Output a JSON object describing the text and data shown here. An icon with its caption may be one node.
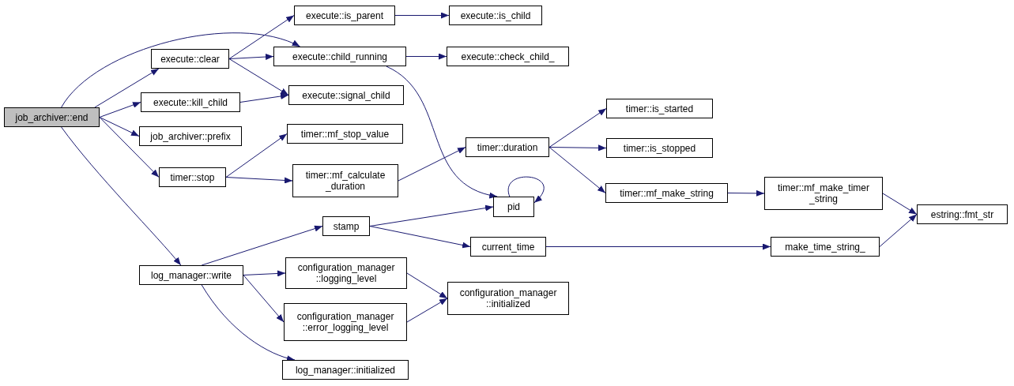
{
  "diagram": {
    "nodes": [
      {
        "text": [
          "job_archiver::end"
        ]
      },
      {
        "text": [
          "execute::clear"
        ]
      },
      {
        "text": [
          "execute::kill_child"
        ]
      },
      {
        "text": [
          "job_archiver::prefix"
        ]
      },
      {
        "text": [
          "timer::stop"
        ]
      },
      {
        "text": [
          "log_manager::write"
        ]
      },
      {
        "text": [
          "execute::is_parent"
        ]
      },
      {
        "text": [
          "execute::child_running"
        ]
      },
      {
        "text": [
          "execute::signal_child"
        ]
      },
      {
        "text": [
          "timer::mf_stop_value"
        ]
      },
      {
        "text": [
          "timer::mf_calculate _duration"
        ]
      },
      {
        "text": [
          "stamp"
        ]
      },
      {
        "text": [
          "configuration_manager ::logging_level"
        ]
      },
      {
        "text": [
          "configuration_manager ::error_logging_level"
        ]
      },
      {
        "text": [
          "log_manager::initialized"
        ]
      },
      {
        "text": [
          "execute::is_child"
        ]
      },
      {
        "text": [
          "execute::check_child_"
        ]
      },
      {
        "text": [
          "timer::duration"
        ]
      },
      {
        "text": [
          "pid"
        ]
      },
      {
        "text": [
          "current_time"
        ]
      },
      {
        "text": [
          "configuration_manager ::initialized"
        ]
      },
      {
        "text": [
          "timer::is_started"
        ]
      },
      {
        "text": [
          "timer::is_stopped"
        ]
      },
      {
        "text": [
          "timer::mf_make_string"
        ]
      },
      {
        "text": [
          "timer::mf_make_timer _string"
        ]
      },
      {
        "text": [
          "make_time_string_"
        ]
      },
      {
        "text": [
          "estring::fmt_str"
        ]
      }
    ],
    "edges": [
      {
        "from": 0,
        "to": 1,
        "arrow": "to"
      },
      {
        "from": 0,
        "to": 7,
        "arrow": "to"
      },
      {
        "from": 0,
        "to": 2,
        "arrow": "to"
      },
      {
        "from": 0,
        "to": 3,
        "arrow": "to"
      },
      {
        "from": 0,
        "to": 4,
        "arrow": "to"
      },
      {
        "from": 0,
        "to": 5,
        "arrow": "to"
      },
      {
        "from": 1,
        "to": 6,
        "arrow": "to"
      },
      {
        "from": 1,
        "to": 7,
        "arrow": "to"
      },
      {
        "from": 1,
        "to": 8,
        "arrow": "to"
      },
      {
        "from": 2,
        "to": 8,
        "arrow": "to"
      },
      {
        "from": 4,
        "to": 9,
        "arrow": "to"
      },
      {
        "from": 4,
        "to": 10,
        "arrow": "to"
      },
      {
        "from": 5,
        "to": 11,
        "arrow": "to"
      },
      {
        "from": 5,
        "to": 12,
        "arrow": "to"
      },
      {
        "from": 5,
        "to": 13,
        "arrow": "to"
      },
      {
        "from": 5,
        "to": 14,
        "arrow": "to"
      },
      {
        "from": 6,
        "to": 15,
        "arrow": "to"
      },
      {
        "from": 7,
        "to": 16,
        "arrow": "to"
      },
      {
        "from": 7,
        "to": 18,
        "arrow": "to"
      },
      {
        "from": 10,
        "to": 17,
        "arrow": "to"
      },
      {
        "from": 17,
        "to": 21,
        "arrow": "to"
      },
      {
        "from": 17,
        "to": 22,
        "arrow": "to"
      },
      {
        "from": 17,
        "to": 23,
        "arrow": "to"
      },
      {
        "from": 18,
        "to": 18,
        "arrow": "to"
      },
      {
        "from": 11,
        "to": 18,
        "arrow": "to"
      },
      {
        "from": 11,
        "to": 19,
        "arrow": "to"
      },
      {
        "from": 19,
        "to": 25,
        "arrow": "to"
      },
      {
        "from": 23,
        "to": 24,
        "arrow": "to"
      },
      {
        "from": 24,
        "to": 26,
        "arrow": "to"
      },
      {
        "from": 25,
        "to": 26,
        "arrow": "to"
      },
      {
        "from": 12,
        "to": 20,
        "arrow": "to"
      },
      {
        "from": 13,
        "to": 20,
        "arrow": "to"
      }
    ]
  }
}
